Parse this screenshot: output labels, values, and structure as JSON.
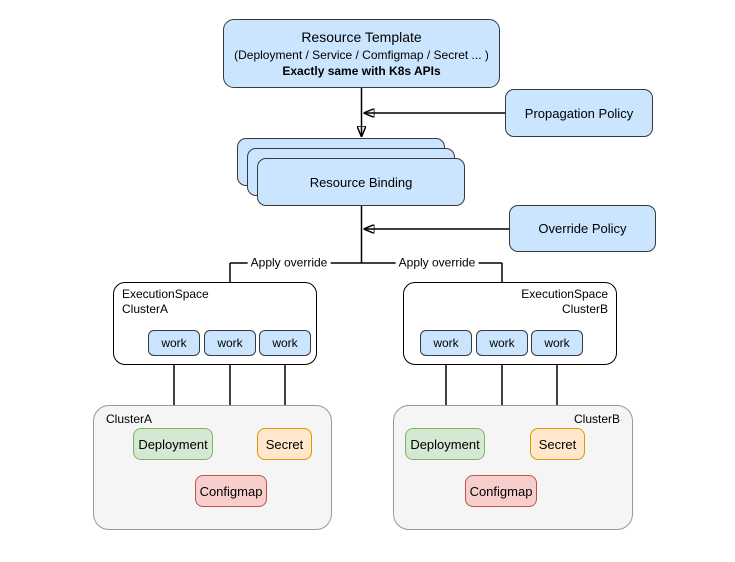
{
  "diagram": {
    "resource_template": {
      "title": "Resource Template",
      "subtitle": "(Deployment / Service / Comfigmap / Secret ... )",
      "note": "Exactly same with K8s APIs"
    },
    "propagation_policy": {
      "label": "Propagation Policy"
    },
    "resource_binding": {
      "label": "Resource Binding"
    },
    "override_policy": {
      "label": "Override Policy"
    },
    "apply_override": {
      "left_label": "Apply override",
      "right_label": "Apply override"
    },
    "execution_spaces": [
      {
        "title_line1": "ExecutionSpace",
        "title_line2": "ClusterA",
        "works": [
          "work",
          "work",
          "work"
        ]
      },
      {
        "title_line1": "ExecutionSpace",
        "title_line2": "ClusterB",
        "works": [
          "work",
          "work",
          "work"
        ]
      }
    ],
    "clusters": [
      {
        "name": "ClusterA",
        "resources": {
          "deployment": "Deployment",
          "secret": "Secret",
          "configmap": "Configmap"
        }
      },
      {
        "name": "ClusterB",
        "resources": {
          "deployment": "Deployment",
          "secret": "Secret",
          "configmap": "Configmap"
        }
      }
    ]
  },
  "colors": {
    "canvas-bg": "#ffffff",
    "line-color": "#000000",
    "box-blue-fill": "#cce5ff",
    "box-blue-stroke": "#36393d",
    "green-fill": "#d5e8d4",
    "green-stroke": "#82b366",
    "orange-fill": "#ffe6cc",
    "orange-stroke": "#d79b00",
    "red-fill": "#f8cecc",
    "red-stroke": "#b85450",
    "cluster-fill": "#f5f5f5",
    "cluster-stroke": "#999999"
  }
}
